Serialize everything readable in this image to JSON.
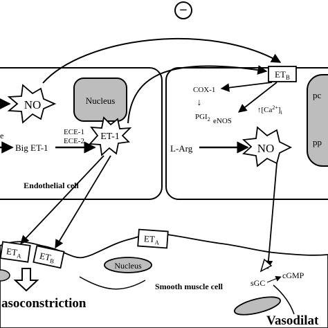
{
  "inhibition_sign": "−",
  "left_cell": {
    "label": "Endothelial cell",
    "nucleus": "Nucleus",
    "no": "NO",
    "partial_left_text": "e",
    "big_et1": "Big ET-1",
    "ece1": "ECE-1",
    "ece2": "ECE-2",
    "et1": "ET-1"
  },
  "right_cell": {
    "etb_base": "ET",
    "etb_sub": "B",
    "cox1": "COX-1",
    "pgi_base": "PGI",
    "pgi_sub": "2",
    "ca": "↑[Ca",
    "ca_sup": "2+",
    "ca_close": "]",
    "ca_sub": "i",
    "larg": "L-Arg",
    "enos": "eNOS",
    "no": "NO",
    "partial_top": "pc",
    "partial_bottom": "pp"
  },
  "muscle": {
    "eta_top_base": "ET",
    "eta_top_sub": "A",
    "eta_base": "ET",
    "eta_sub": "A",
    "etb_base": "ET",
    "etb_sub": "B",
    "nucleus": "Nucleus",
    "label": "Smooth muscle cell",
    "sgc": "sGC",
    "cgmp": "cGMP",
    "vasoconstriction": "asoconstriction",
    "vasodilation": "Vasodilat"
  }
}
